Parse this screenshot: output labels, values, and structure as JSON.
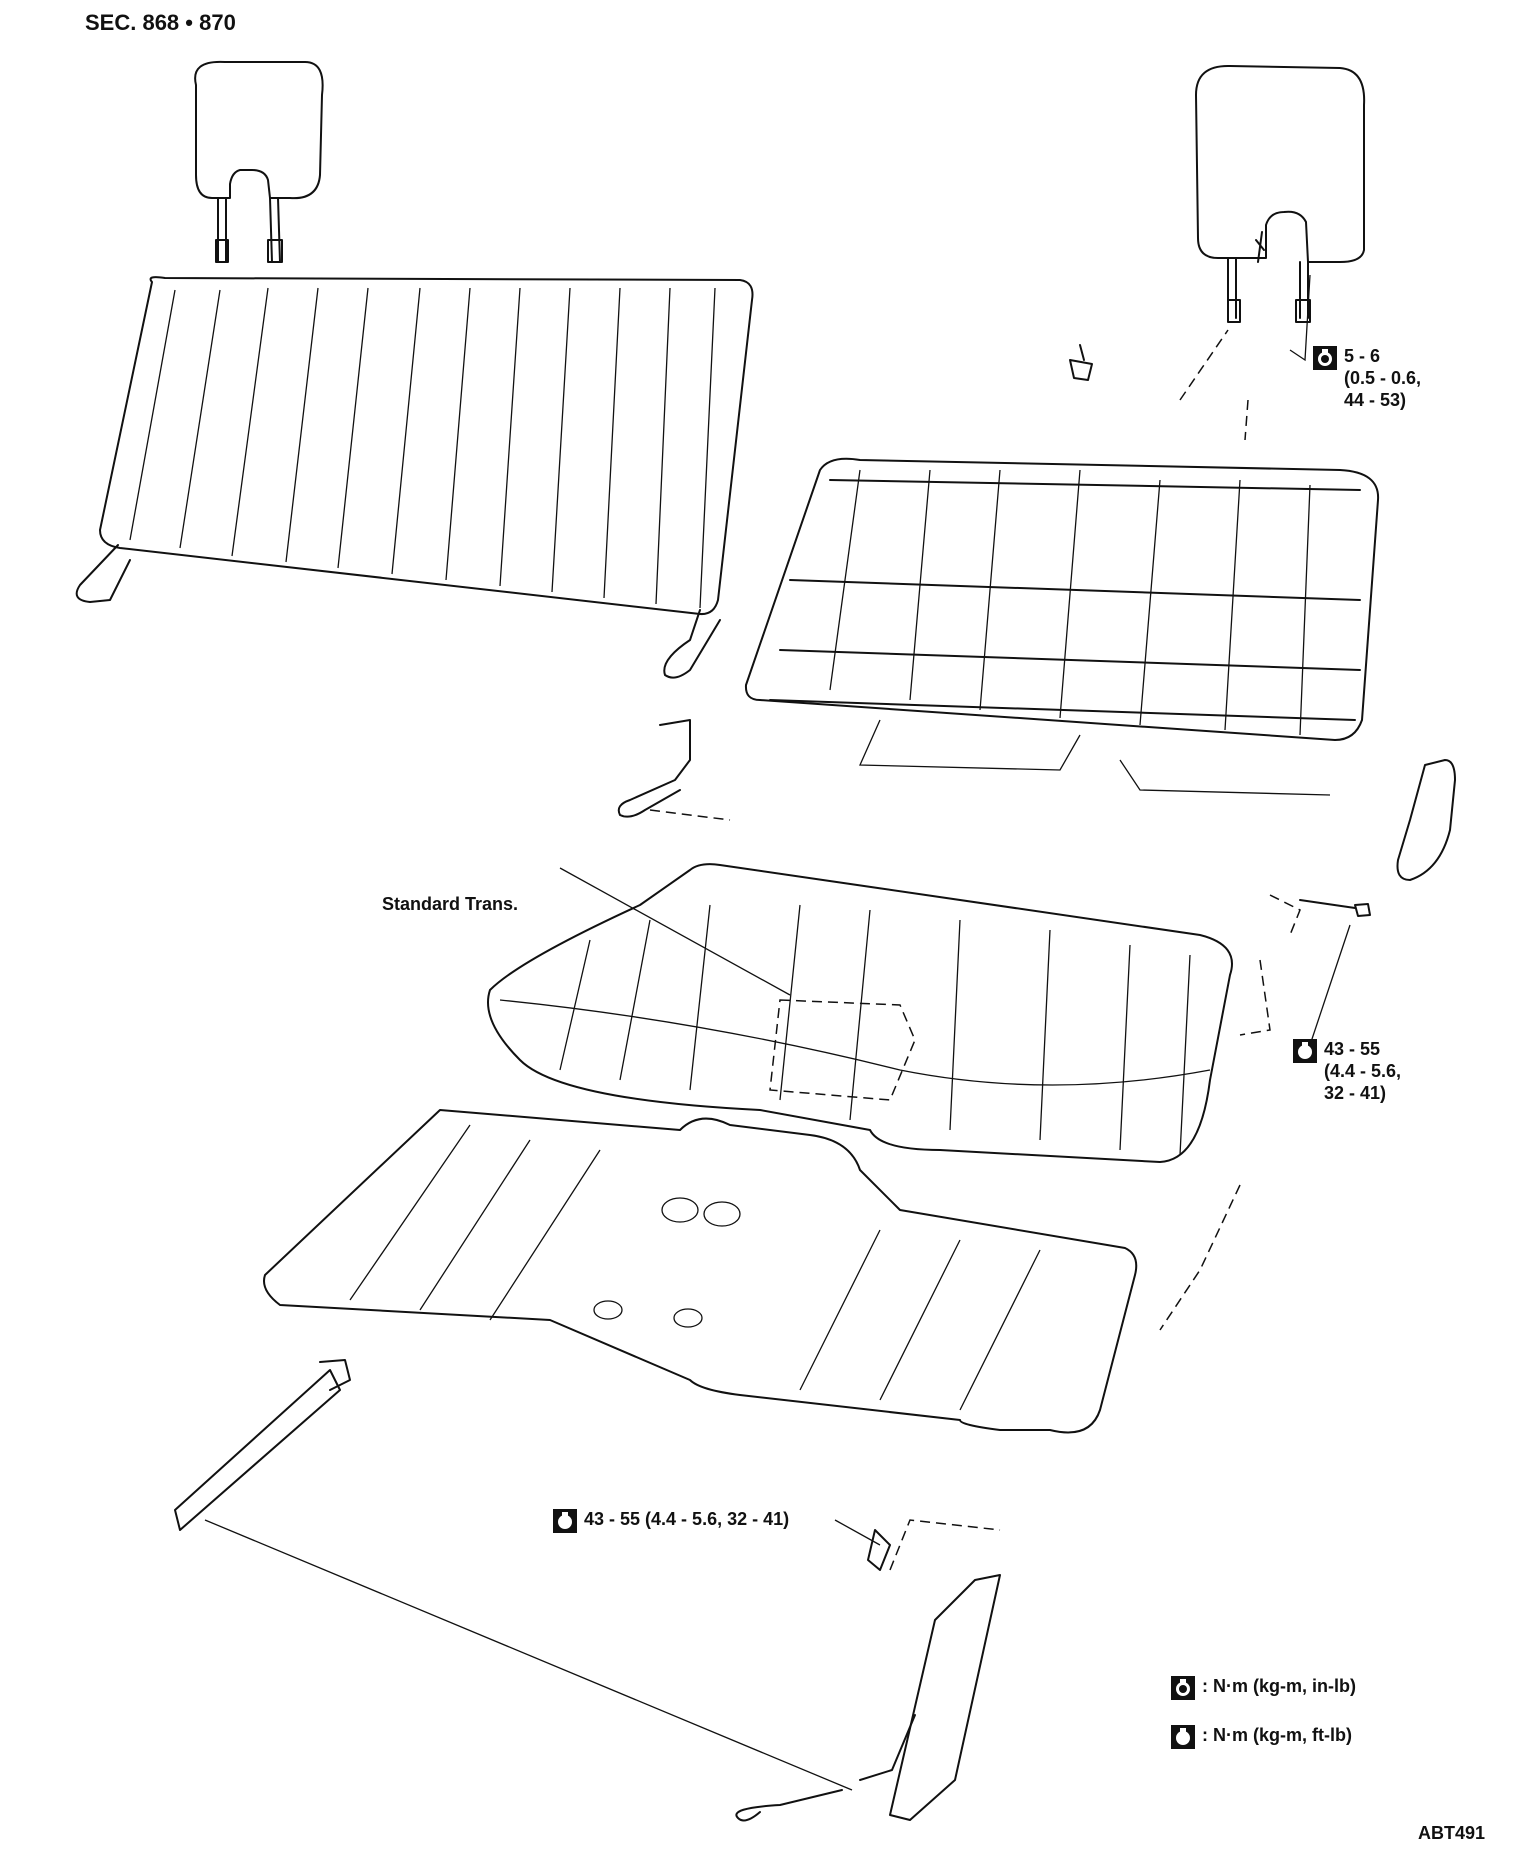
{
  "section": "SEC. 868 • 870",
  "figure_id": "ABT491",
  "labels": {
    "standard_trans": "Standard Trans."
  },
  "torques": {
    "headrest_bolt": {
      "unit_icon": "nm-kgm-inlb-icon",
      "lines": [
        "5 - 6",
        "(0.5 - 0.6,",
        "44 - 53)"
      ]
    },
    "seatback_bolt": {
      "unit_icon": "nm-kgm-ftlb-icon",
      "lines": [
        "43 - 55",
        "(4.4 - 5.6,",
        "32 - 41)"
      ]
    },
    "track_bolt": {
      "unit_icon": "nm-kgm-ftlb-icon",
      "text": "43 - 55 (4.4 - 5.6, 32 - 41)"
    }
  },
  "legend": [
    {
      "icon": "nm-kgm-inlb-icon",
      "text": ": N·m (kg-m, in-lb)"
    },
    {
      "icon": "nm-kgm-ftlb-icon",
      "text": ": N·m (kg-m, ft-lb)"
    }
  ]
}
